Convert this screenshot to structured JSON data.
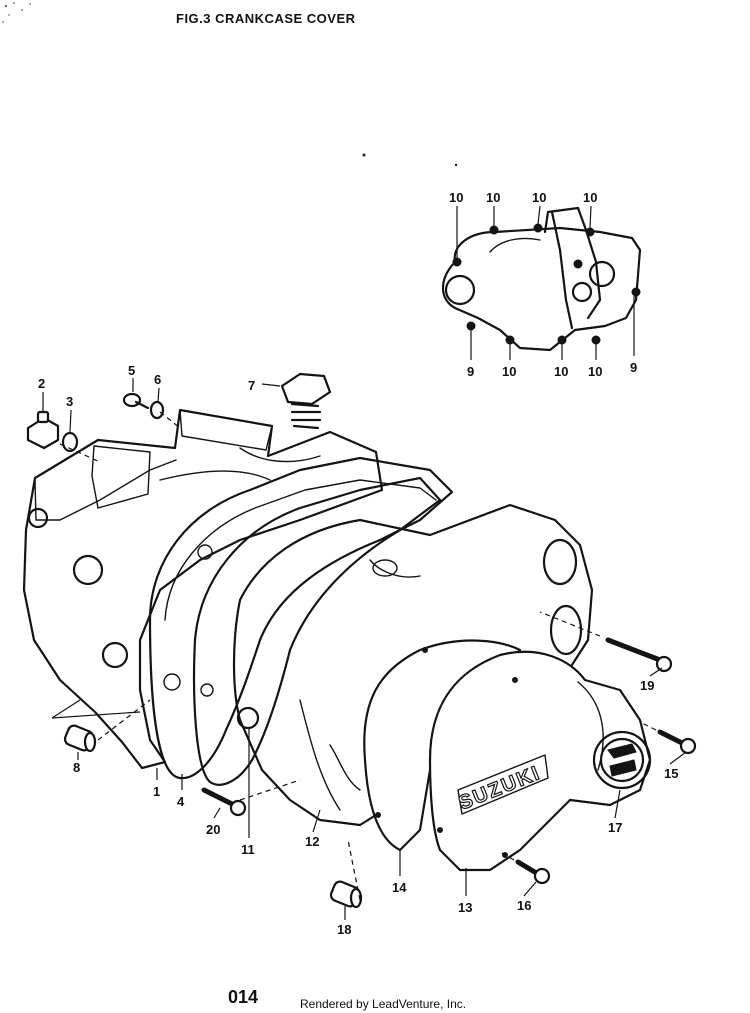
{
  "header": {
    "title": "FIG.3  CRANKCASE COVER"
  },
  "footer": {
    "page_number": "014",
    "credit": "Rendered by LeadVenture, Inc."
  },
  "cover_brand": "SUZUKI",
  "callouts": {
    "c1": "1",
    "c2": "2",
    "c3": "3",
    "c4": "4",
    "c5": "5",
    "c6": "6",
    "c7": "7",
    "c8": "8",
    "c9a": "9",
    "c9b": "9",
    "c10a": "10",
    "c10b": "10",
    "c10c": "10",
    "c10d": "10",
    "c10e": "10",
    "c10f": "10",
    "c10g": "10",
    "c11": "11",
    "c12": "12",
    "c13": "13",
    "c14": "14",
    "c15": "15",
    "c16": "16",
    "c17": "17",
    "c18": "18",
    "c19": "19",
    "c20": "20"
  }
}
